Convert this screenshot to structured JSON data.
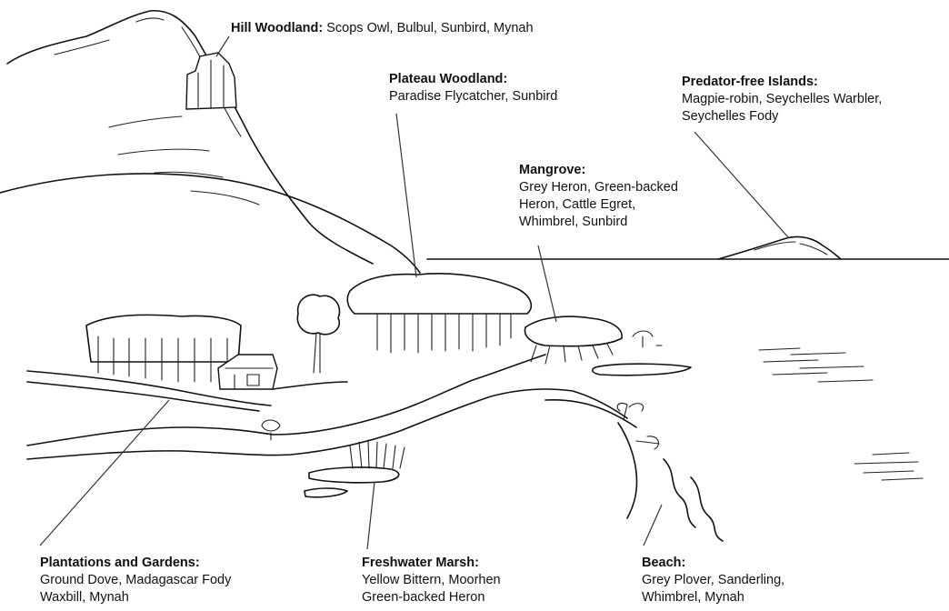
{
  "labels": {
    "hill_woodland": {
      "heading": "Hill Woodland:",
      "lines": [
        "Scops Owl, Bulbul, Sunbird, Mynah"
      ]
    },
    "plateau_woodland": {
      "heading": "Plateau Woodland:",
      "lines": [
        "Paradise Flycatcher, Sunbird"
      ]
    },
    "predator_free_islands": {
      "heading": "Predator-free Islands:",
      "lines": [
        "Magpie-robin, Seychelles Warbler,",
        "Seychelles Fody"
      ]
    },
    "mangrove": {
      "heading": "Mangrove:",
      "lines": [
        "Grey Heron, Green-backed",
        "Heron, Cattle Egret,",
        "Whimbrel, Sunbird"
      ]
    },
    "plantations_gardens": {
      "heading": "Plantations and Gardens:",
      "lines": [
        "Ground Dove, Madagascar Fody",
        "Waxbill, Mynah"
      ]
    },
    "freshwater_marsh": {
      "heading": "Freshwater Marsh:",
      "lines": [
        "Yellow Bittern, Moorhen",
        "Green-backed Heron"
      ]
    },
    "beach": {
      "heading": "Beach:",
      "lines": [
        "Grey Plover, Sanderling,",
        "Whimbrel, Mynah"
      ]
    }
  }
}
